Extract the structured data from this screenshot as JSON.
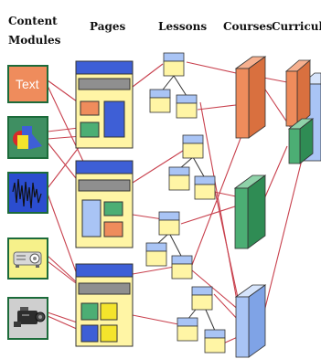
{
  "headers": {
    "content_modules_line1": "Content",
    "content_modules_line2": "Modules",
    "pages": "Pages",
    "lessons": "Lessons",
    "courses": "Courses",
    "curriculum": "Curriculum"
  },
  "content_modules": {
    "text_label": "Text",
    "items": [
      "text-module",
      "shapes-module",
      "waveform-module",
      "projector-module",
      "video-camera-module"
    ]
  },
  "colors": {
    "module_border": "#1c6b3a",
    "text_module": "#ef8c5c",
    "page_bg": "#fff5a5",
    "page_header": "#3e5fd6",
    "page_bar": "#8f8f8f",
    "lesson_head": "#a9c4f5",
    "lesson_body": "#fff5a5",
    "course_orange": "#ef8c5c",
    "course_green": "#4cae74",
    "course_blue": "#a9c4f5",
    "link_line": "#c8404d",
    "tree_line": "#333333"
  }
}
